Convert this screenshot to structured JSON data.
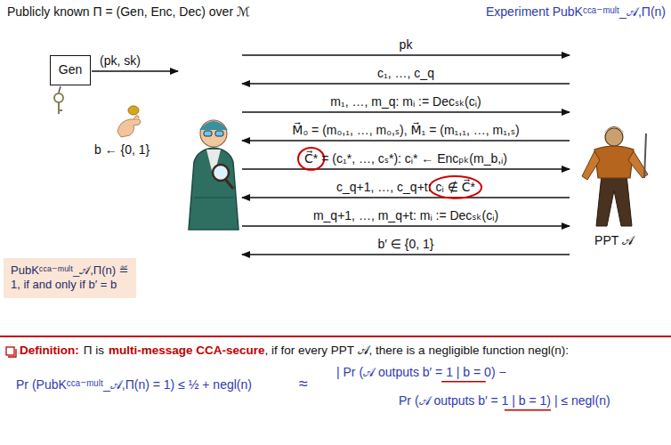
{
  "diagram": {
    "nodes": [
      {
        "text": [
          "Gen"
        ]
      },
      {
        "text": [
          "PubKᶜᶜᵃ⁻ᵐᵘˡᵗ_𝒜,Π(n) ≝",
          "1, if and only if b′ = b"
        ]
      }
    ],
    "labels": [
      "Publicly known Π = (Gen, Enc, Dec) over ℳ",
      "Experiment PubKᶜᶜᵃ⁻ᵐᵘˡᵗ_𝒜,Π(n)",
      "(pk, sk)",
      "b ← {0, 1}",
      "pk",
      "c₁, …, c_q",
      "m₁, …, m_q: mᵢ := Decₛₖ(cᵢ)",
      "M⃗₀ = (m₀,₁, …, m₀,ₛ), M⃗₁ = (m₁,₁, …, m₁,ₛ)",
      "C⃗*",
      "= (c₁*, …, cₛ*): cᵢ* ← Encₚₖ(m_b,ᵢ)",
      "c_q+1, …, c_q+t:",
      "cᵢ ∉ C⃗*",
      "m_q+1, …, m_q+t: mᵢ := Decₛₖ(cᵢ)",
      "b′ ∈ {0, 1}",
      "PPT 𝒜",
      "Definition:",
      "Π is",
      "multi-message CCA-secure",
      ", if for every PPT 𝒜, there is a negligible function negl(n):",
      "Pr (PubKᶜᶜᵃ⁻ᵐᵘˡᵗ_𝒜,Π(n) = 1) ≤ ½ + negl(n)",
      "≈",
      "| Pr (𝒜 outputs b′ = 1 | b = 0) −",
      "Pr (𝒜 outputs b′ = 1 | b = 1) | ≤ negl(n)"
    ]
  }
}
